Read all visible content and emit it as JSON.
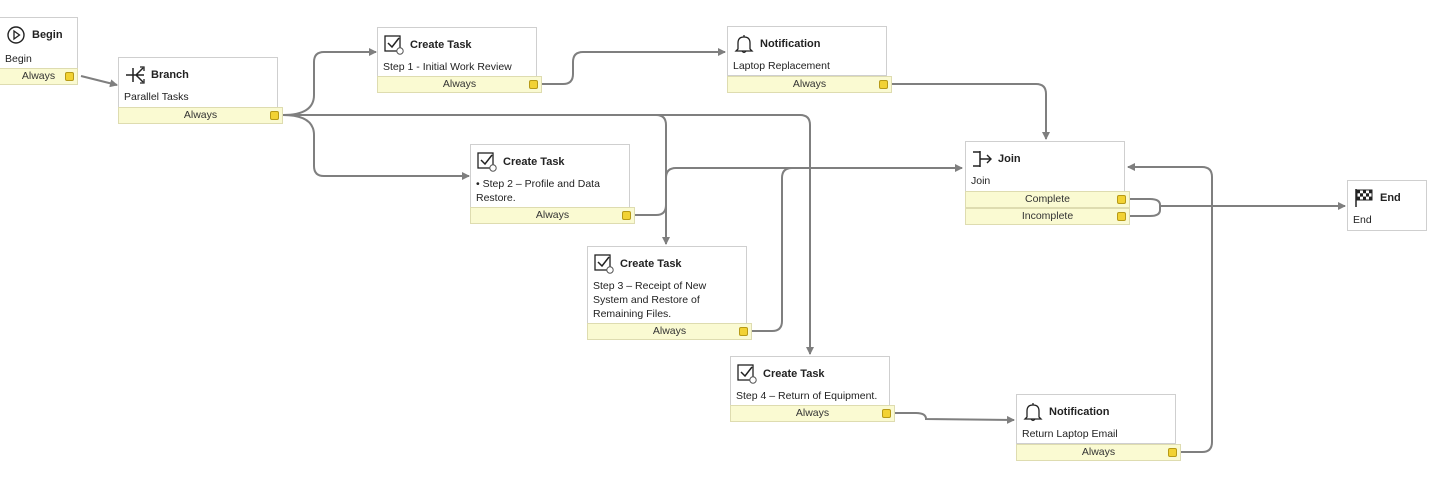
{
  "nodes": {
    "begin": {
      "title": "Begin",
      "desc": "Begin",
      "out": "Always"
    },
    "branch": {
      "title": "Branch",
      "desc": "Parallel Tasks",
      "out": "Always"
    },
    "task1": {
      "title": "Create Task",
      "desc": "Step 1 - Initial Work Review",
      "out": "Always"
    },
    "notify1": {
      "title": "Notification",
      "desc": "Laptop Replacement",
      "out": "Always"
    },
    "task2": {
      "title": "Create Task",
      "desc": "• Step 2 – Profile and Data Restore.",
      "out": "Always"
    },
    "task3": {
      "title": "Create Task",
      "desc": "Step 3 – Receipt of New System and Restore of Remaining Files.",
      "out": "Always"
    },
    "task4": {
      "title": "Create Task",
      "desc": "Step 4 – Return of Equipment.",
      "out": "Always"
    },
    "notify2": {
      "title": "Notification",
      "desc": "Return Laptop Email",
      "out": "Always"
    },
    "join": {
      "title": "Join",
      "desc": "Join",
      "out_complete": "Complete",
      "out_incomplete": "Incomplete"
    },
    "end": {
      "title": "End",
      "desc": "End"
    }
  },
  "icons": {
    "begin": "play-circle-icon",
    "branch": "branch-icon",
    "task": "checkbox-task-icon",
    "notification": "bell-icon",
    "join": "join-icon",
    "end": "checkered-flag-icon"
  },
  "colors": {
    "outcome_bg": "#fafad2",
    "port": "#f2d233",
    "wire": "#7f7f7f"
  }
}
